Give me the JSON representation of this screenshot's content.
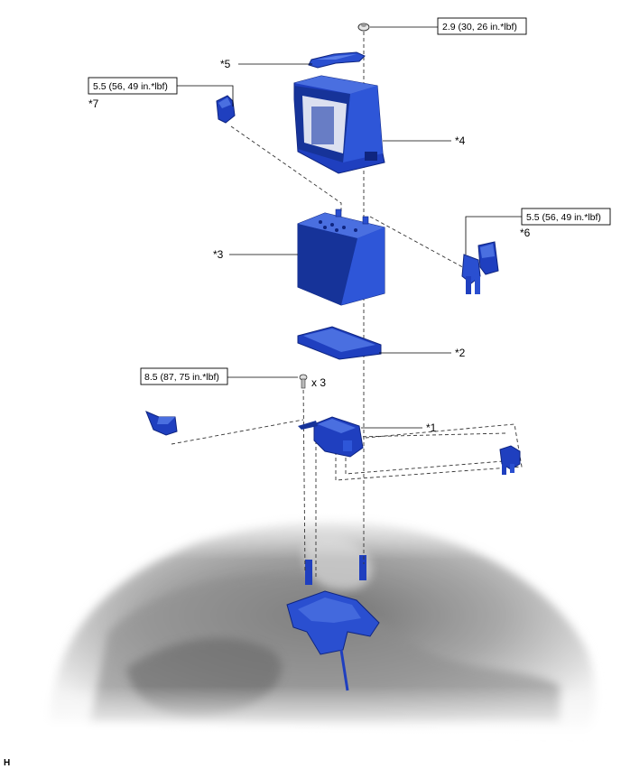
{
  "callouts": {
    "c1": "*1",
    "c2": "*2",
    "c3": "*3",
    "c4": "*4",
    "c5": "*5",
    "c6": "*6",
    "c7": "*7"
  },
  "torque": {
    "top_nut": "2.9 (30, 26 in.*lbf)",
    "left_clamp": "5.5 (56, 49 in.*lbf)",
    "right_clamp": "5.5 (56, 49 in.*lbf)",
    "tray_bolt": "8.5 (87, 75 in.*lbf)"
  },
  "quantity": "x 3",
  "figure_code": "H",
  "colors": {
    "part_blue": "#1f3fbf",
    "part_blue_light": "#4a6fe0",
    "part_blue_dark": "#0f2580",
    "leader": "#000000",
    "dashed": "#333333",
    "engine_grey": "#9a9a9a"
  }
}
